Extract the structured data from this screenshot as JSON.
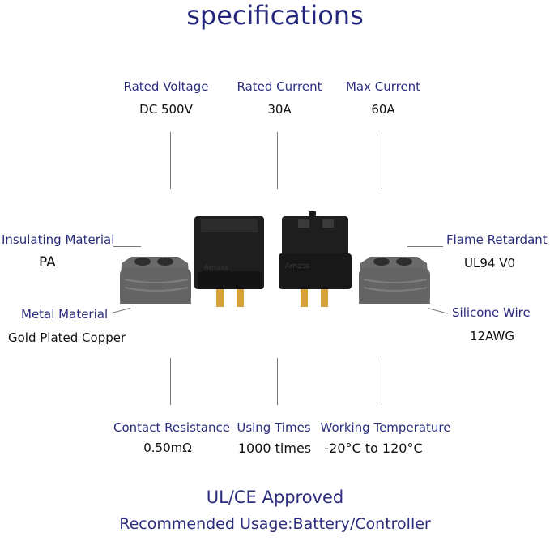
{
  "title": "specifications",
  "specs": {
    "rated_voltage": {
      "label": "Rated Voltage",
      "value": "DC 500V"
    },
    "rated_current": {
      "label": "Rated Current",
      "value": "30A"
    },
    "max_current": {
      "label": "Max Current",
      "value": "60A"
    },
    "insulating_material": {
      "label": "Insulating Material",
      "value": "PA"
    },
    "flame_retardant": {
      "label": "Flame Retardant",
      "value": "UL94 V0"
    },
    "metal_material": {
      "label": "Metal Material",
      "value": "Gold Plated Copper"
    },
    "silicone_wire": {
      "label": "Silicone Wire",
      "value": "12AWG"
    },
    "contact_resistance": {
      "label": "Contact Resistance",
      "value": "0.50mΩ"
    },
    "using_times": {
      "label": "Using Times",
      "value": "1000 times"
    },
    "working_temperature": {
      "label": "Working Temperature",
      "value": "-20°C to 120°C"
    }
  },
  "footer": {
    "approval": "UL/CE Approved",
    "usage": "Recommended Usage:Battery/Controller"
  },
  "product_brand_mark": "Amass",
  "colors": {
    "label": "#2b2d7e",
    "title": "#22257a",
    "connector_body": "#1e1e1e",
    "cover": "#6a6a6a",
    "pin": "#d4a236"
  }
}
